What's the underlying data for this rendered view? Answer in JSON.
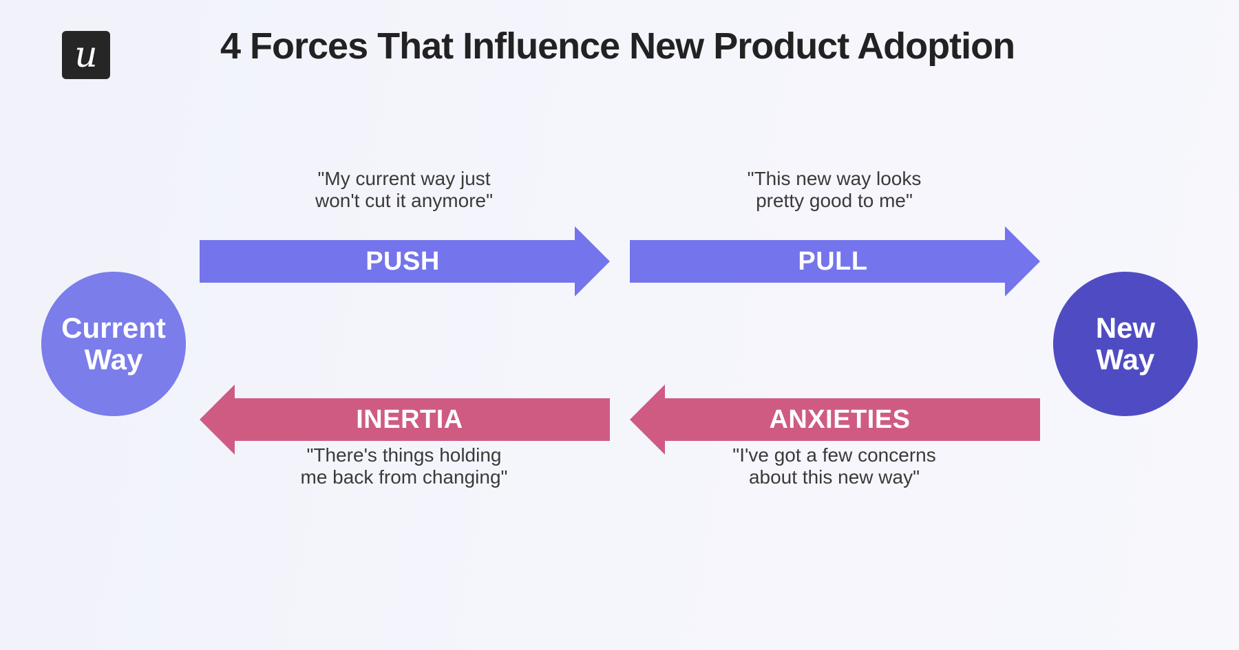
{
  "logo": {
    "glyph": "u",
    "icon": "userpilot-logo-icon"
  },
  "title": "4 Forces That Influence New Product Adoption",
  "nodes": {
    "current": {
      "line1": "Current",
      "line2": "Way",
      "color": "#7b7deb"
    },
    "new": {
      "line1": "New",
      "line2": "Way",
      "color": "#4f4cc3"
    }
  },
  "forces": {
    "push": {
      "label": "PUSH",
      "quote_line1": "\"My current way just",
      "quote_line2": "won't cut it anymore\"",
      "color": "#7474ec"
    },
    "pull": {
      "label": "PULL",
      "quote_line1": "\"This new way looks",
      "quote_line2": "pretty good to me\"",
      "color": "#7474ec"
    },
    "inertia": {
      "label": "INERTIA",
      "quote_line1": "\"There's things holding",
      "quote_line2": "me back from changing\"",
      "color": "#cf5b83"
    },
    "anxieties": {
      "label": "ANXIETIES",
      "quote_line1": "\"I've got a few concerns",
      "quote_line2": "about this new way\"",
      "color": "#cf5b83"
    }
  }
}
